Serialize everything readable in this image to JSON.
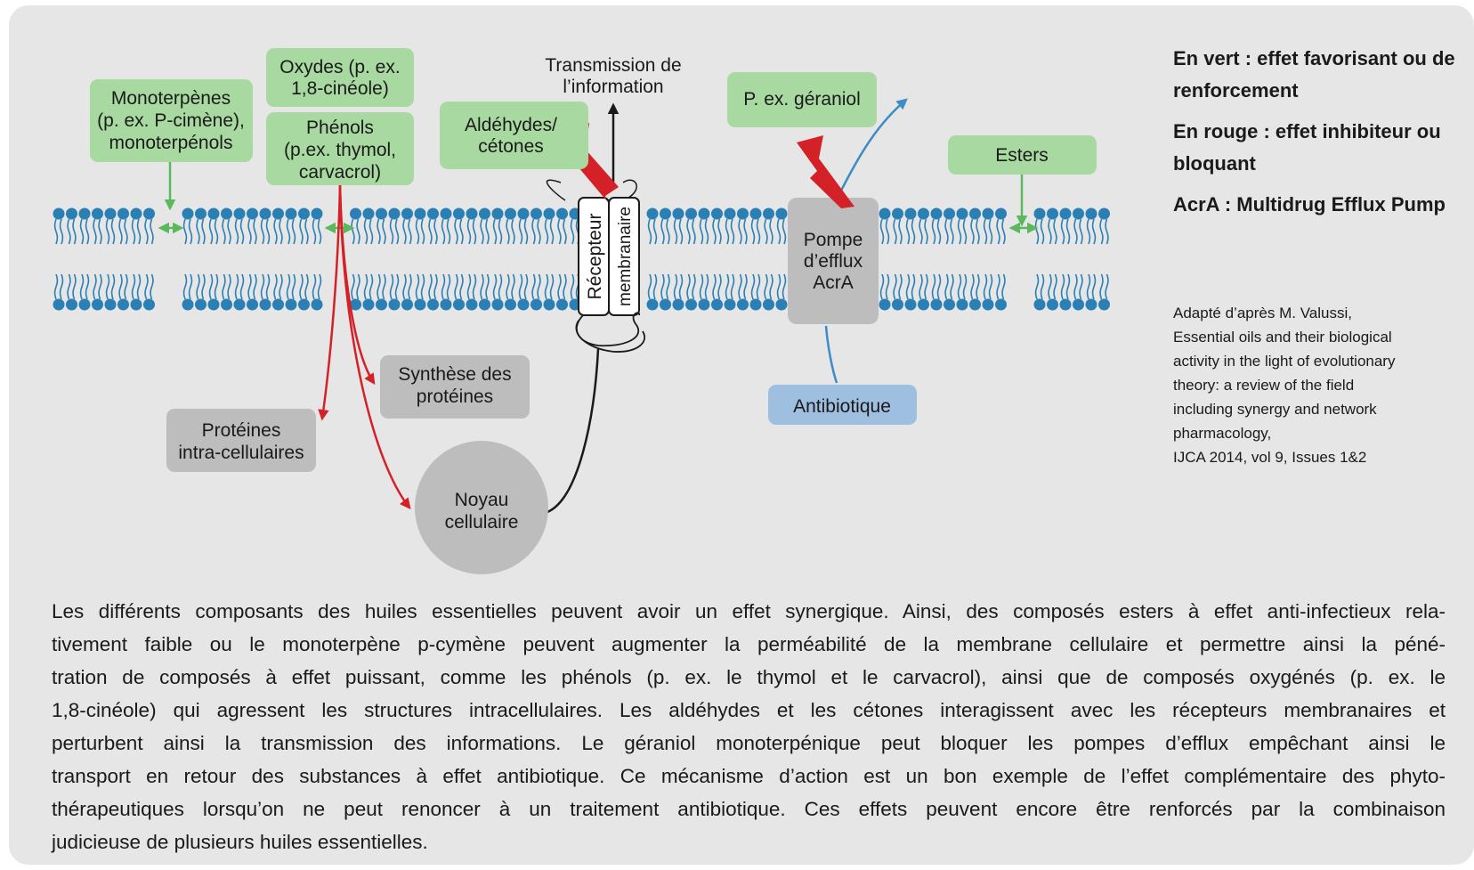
{
  "diagram": {
    "labels": {
      "monoterpenes": [
        "Monoterpènes",
        "(p. ex. P-cimène),",
        "monoterpénols"
      ],
      "oxydes": [
        "Oxydes (p. ex.",
        "1,8-cinéole)"
      ],
      "phenols": [
        "Phénols",
        "(p.ex. thymol,",
        "carvacrol)"
      ],
      "transmission": [
        "Transmission de",
        "l’information"
      ],
      "aldehydes": [
        "Aldéhydes/",
        "cétones"
      ],
      "geraniol": [
        "P. ex. géraniol"
      ],
      "esters": [
        "Esters"
      ],
      "recepteur": "Récepteur",
      "membranaire": "membranaire",
      "pompe": [
        "Pompe",
        "d’efflux",
        "AcrA"
      ],
      "synthese": [
        "Synthèse des",
        "protéines"
      ],
      "proteines": [
        "Protéines",
        "intra-cellulaires"
      ],
      "noyau": [
        "Noyau",
        "cellulaire"
      ],
      "antibiotique": [
        "Antibiotique"
      ]
    },
    "colors": {
      "membrane": "#2a7fb5",
      "green_box": "#a8d9a0",
      "green_arrow": "#5cb85c",
      "red": "#d42027",
      "gray_box": "#bdbdbd",
      "blue_box": "#9ebfe0",
      "blue_arrow": "#3b8dc4",
      "background": "#e6e6e6"
    }
  },
  "legend": {
    "green": "En vert : effet favorisant ou de renforcement",
    "red": "En rouge : effet inhibiteur ou bloquant",
    "acra": "AcrA : Multidrug Efflux Pump"
  },
  "source": [
    "Adapté d’après M. Valussi,",
    "Essential oils and their biological",
    "activity in the light of evolutionary",
    "theory: a review of the field",
    "including synergy and network",
    "pharmacology,",
    "IJCA 2014, vol 9, Issues 1&2"
  ],
  "caption": [
    "Les différents composants des huiles essentielles peuvent avoir un effet synergique. Ainsi, des composés esters à effet anti-infectieux rela-",
    "tivement faible ou le monoterpène p-cymène peuvent augmenter la perméabilité de la membrane cellulaire et permettre ainsi la péné-",
    "tration de composés à effet puissant, comme les phénols (p. ex. le thymol et le carvacrol), ainsi que de composés oxygénés (p. ex. le",
    "1,8-cinéole) qui agressent les structures intracellulaires. Les aldéhydes et les cétones interagissent avec les récepteurs membranaires et",
    "perturbent ainsi la transmission des informations. Le géraniol monoterpénique peut bloquer les pompes d’efflux empêchant ainsi le",
    "transport en retour des substances à effet antibiotique. Ce mécanisme d’action est un bon exemple de l’effet complémentaire des phyto-",
    "thérapeutiques lorsqu’on ne peut renoncer à un traitement antibiotique. Ces effets peuvent encore être renforcés par la combinaison",
    "judicieuse de plusieurs huiles essentielles."
  ]
}
